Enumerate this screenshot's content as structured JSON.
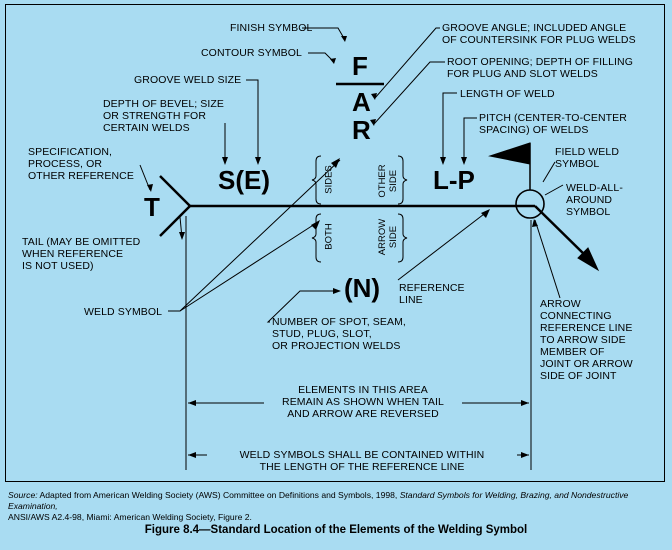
{
  "symbols": {
    "T": "T",
    "SE": "S(E)",
    "LP": "L-P",
    "N": "(N)",
    "F": "F",
    "A": "A",
    "R": "R"
  },
  "vertical_labels": {
    "sides": "SIDES",
    "other_side": [
      "OTHER",
      "SIDE"
    ],
    "both": "BOTH",
    "arrow_side": [
      "ARROW",
      "SIDE"
    ]
  },
  "labels": {
    "finish_symbol": "FINISH SYMBOL",
    "contour_symbol": "CONTOUR SYMBOL",
    "groove_weld_size": "GROOVE WELD SIZE",
    "depth_of_bevel": [
      "DEPTH OF BEVEL; SIZE",
      "OR STRENGTH FOR",
      "CERTAIN WELDS"
    ],
    "specification": [
      "SPECIFICATION,",
      "PROCESS, OR",
      "OTHER REFERENCE"
    ],
    "groove_angle": [
      "GROOVE ANGLE; INCLUDED ANGLE",
      "OF COUNTERSINK FOR PLUG WELDS"
    ],
    "root_opening": [
      "ROOT OPENING; DEPTH OF FILLING",
      "FOR PLUG AND SLOT WELDS"
    ],
    "length_of_weld": "LENGTH OF WELD",
    "pitch": [
      "PITCH (CENTER-TO-CENTER",
      "SPACING) OF WELDS"
    ],
    "field_weld": [
      "FIELD WELD",
      "SYMBOL"
    ],
    "weld_all_around": [
      "WELD-ALL-",
      "AROUND",
      "SYMBOL"
    ],
    "tail": [
      "TAIL (MAY BE OMITTED",
      "WHEN REFERENCE",
      "IS NOT USED)"
    ],
    "weld_symbol": "WELD SYMBOL",
    "reference_line": [
      "REFERENCE",
      "LINE"
    ],
    "number_of_spot": [
      "NUMBER OF SPOT, SEAM,",
      "STUD, PLUG, SLOT,",
      "OR PROJECTION WELDS"
    ],
    "arrow_connecting": [
      "ARROW",
      "CONNECTING",
      "REFERENCE LINE",
      "TO ARROW SIDE",
      "MEMBER OF",
      "JOINT OR ARROW",
      "SIDE OF JOINT"
    ],
    "elements_area": [
      "ELEMENTS IN THIS AREA",
      "REMAIN AS SHOWN WHEN TAIL",
      "AND ARROW ARE REVERSED"
    ],
    "weld_symbols_contained": [
      "WELD SYMBOLS SHALL BE CONTAINED WITHIN",
      "THE LENGTH OF THE REFERENCE LINE"
    ]
  },
  "source": {
    "prefix": "Source:",
    "text1": " Adapted from American Welding Society (AWS) Committee on Definitions and Symbols, 1998, ",
    "italic": "Standard Symbols for Welding, Brazing, and Nondestructive Examination,",
    "text2": "ANSI/AWS A2.4-98, Miami: American Welding Society, Figure 2."
  },
  "caption": "Figure 8.4—Standard Location of the Elements of the Welding Symbol"
}
